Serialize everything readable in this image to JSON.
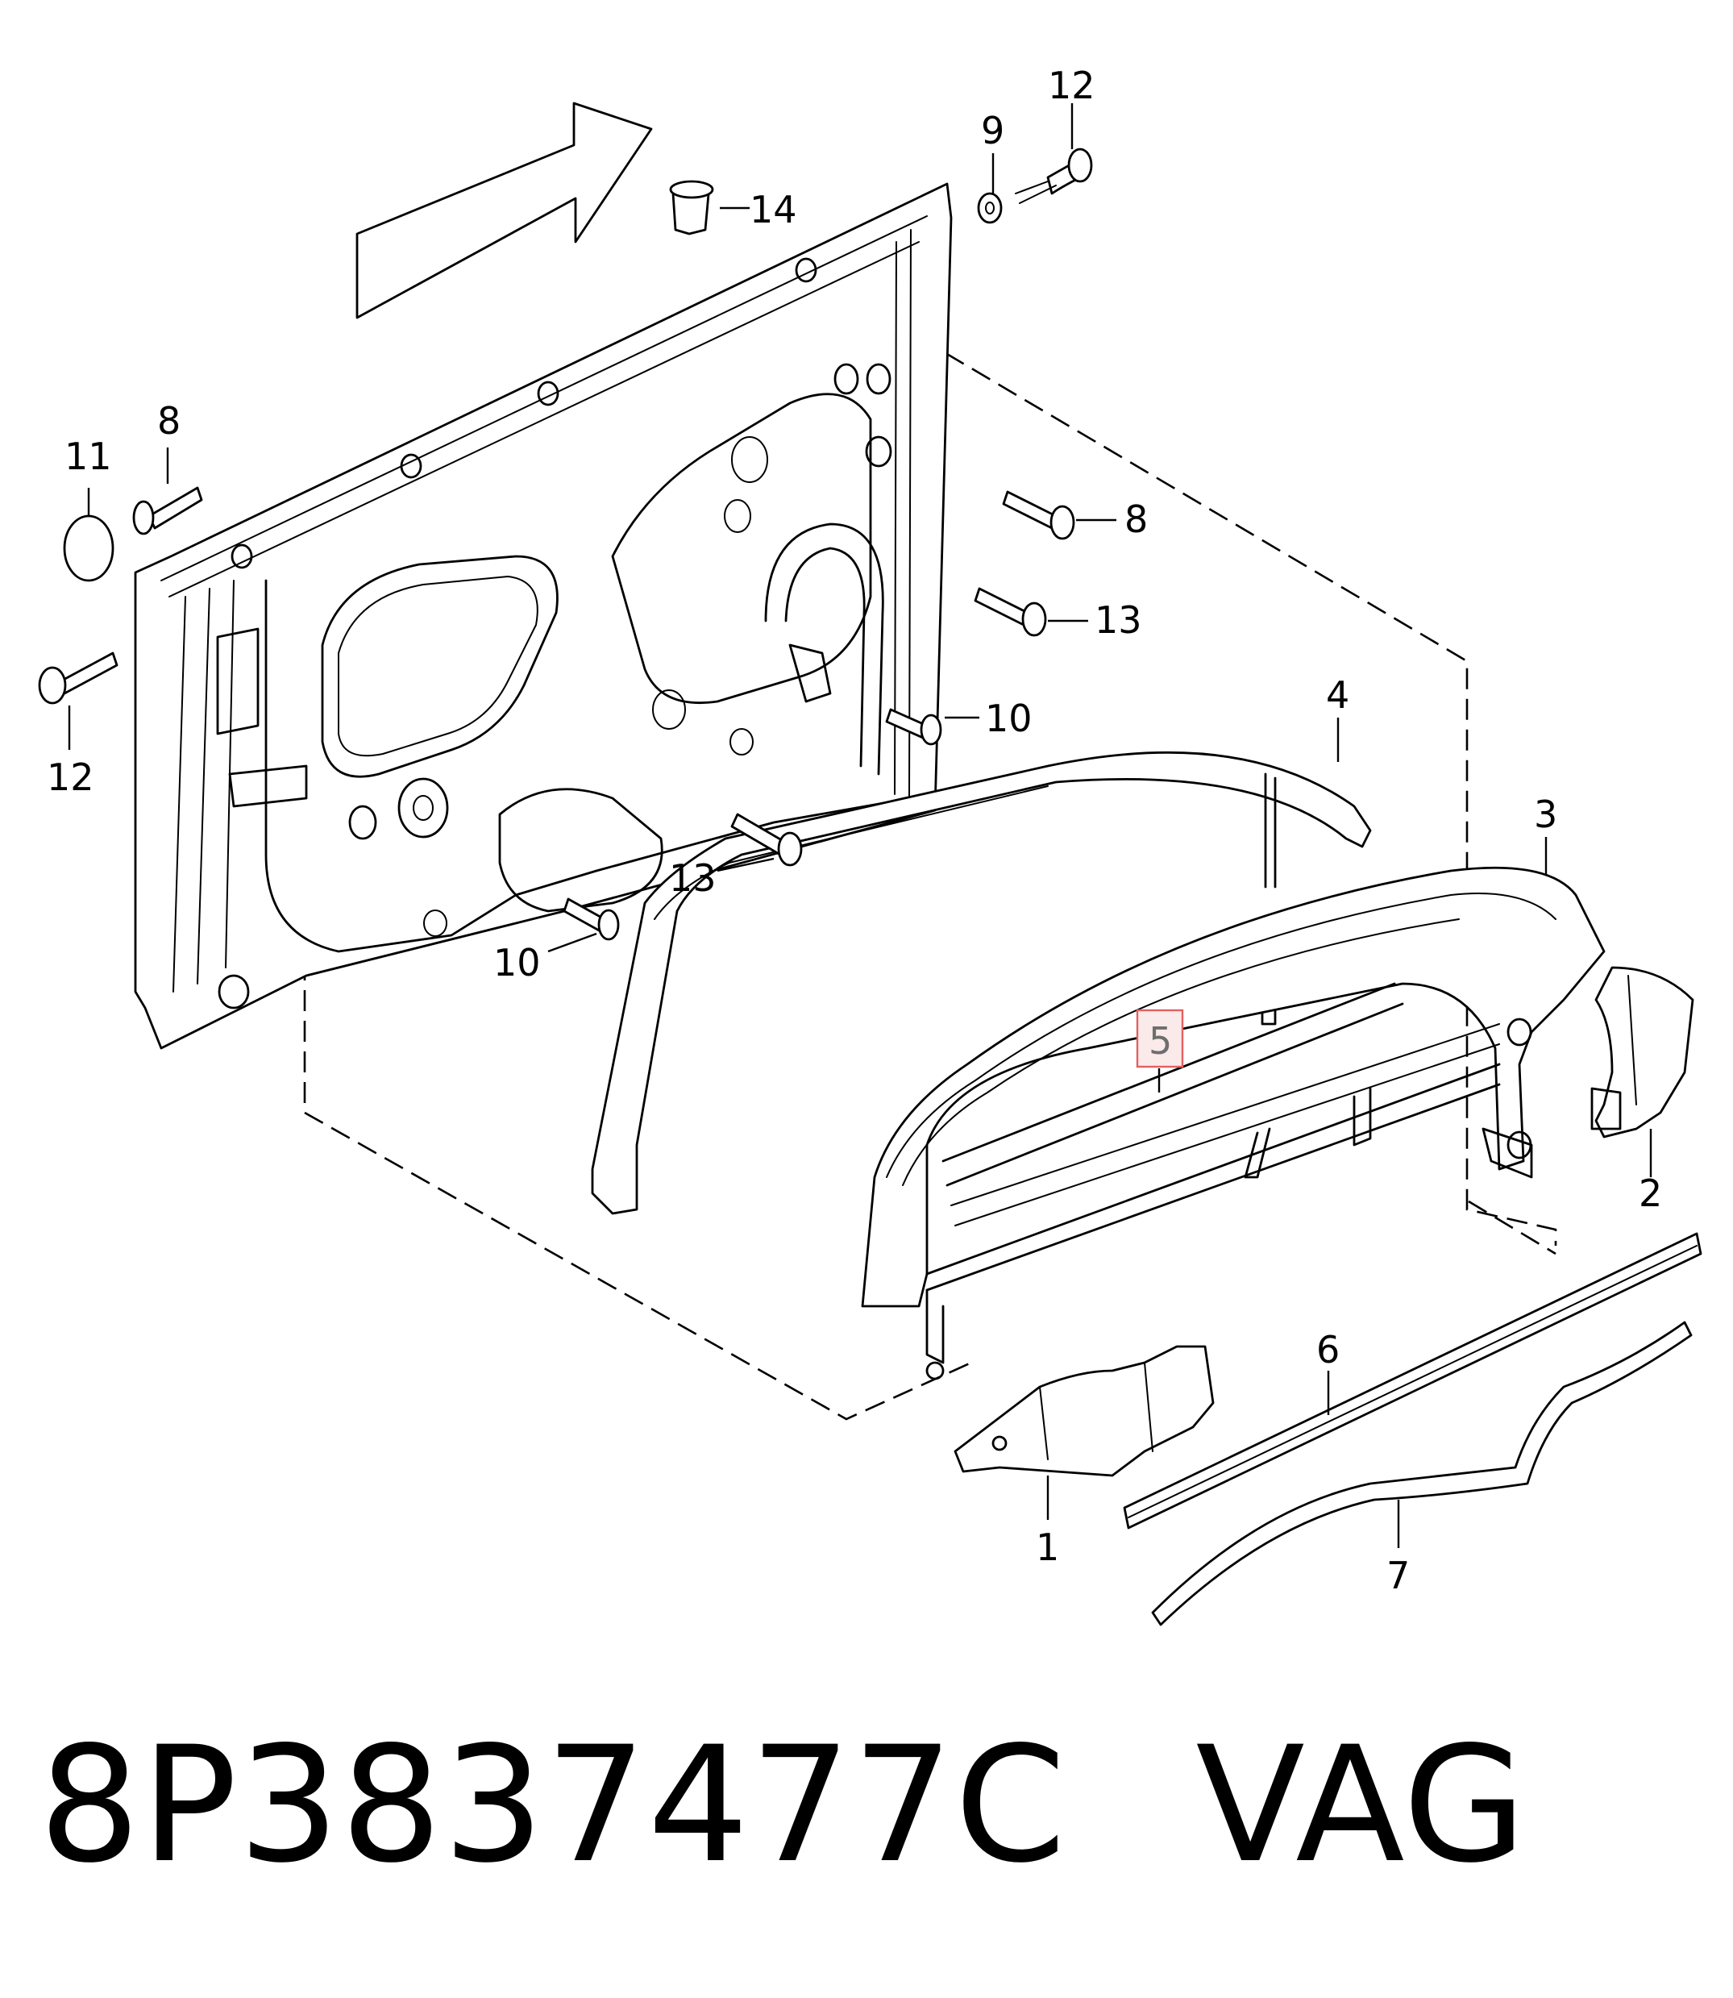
{
  "callouts": {
    "c1": "1",
    "c2": "2",
    "c3": "3",
    "c4": "4",
    "c5": "5",
    "c6": "6",
    "c7": "7",
    "c8a": "8",
    "c8b": "8",
    "c9": "9",
    "c10a": "10",
    "c10b": "10",
    "c11": "11",
    "c12a": "12",
    "c12b": "12",
    "c13a": "13",
    "c13b": "13",
    "c14": "14"
  },
  "highlighted_callout": "5",
  "highlight_color": "#e26060",
  "footer": {
    "part_number": "8P3837477C",
    "brand": "VAG"
  }
}
